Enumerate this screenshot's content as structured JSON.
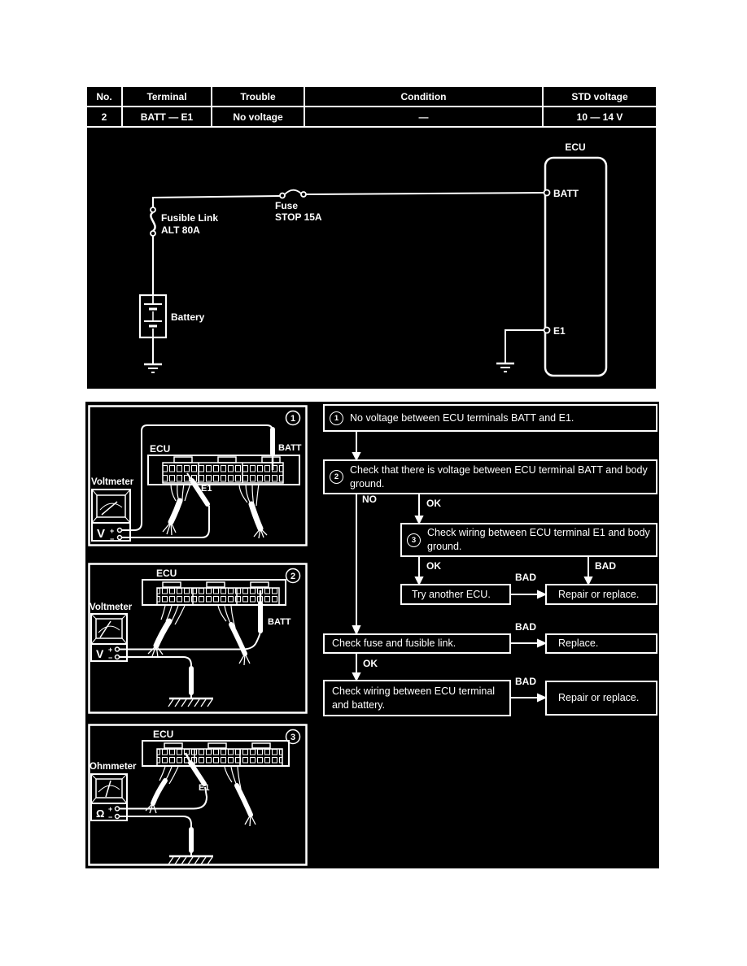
{
  "table": {
    "headers": [
      "No.",
      "Terminal",
      "Trouble",
      "Condition",
      "STD voltage"
    ],
    "row": {
      "no": "2",
      "terminal": "BATT — E1",
      "trouble": "No voltage",
      "condition": "—",
      "std_voltage": "10 — 14 V"
    }
  },
  "schematic": {
    "ecu": "ECU",
    "batt": "BATT",
    "e1": "E1",
    "fuse_name": "Fuse",
    "fuse_rating": "STOP 15A",
    "fusible_link_name": "Fusible Link",
    "fusible_link_rating": "ALT 80A",
    "battery": "Battery"
  },
  "flowchart": {
    "steps": {
      "step1": {
        "num": "1",
        "text": "No voltage between ECU terminals BATT and E1."
      },
      "step2": {
        "num": "2",
        "text": "Check that there is voltage between ECU terminal BATT and body ground."
      },
      "step3": {
        "num": "3",
        "text": "Check wiring between ECU terminal E1 and body ground."
      },
      "try_another_ecu": {
        "text": "Try another ECU."
      },
      "repair_or_replace_1": {
        "text": "Repair or replace."
      },
      "check_fuse": {
        "text": "Check fuse and fusible link."
      },
      "replace": {
        "text": "Replace."
      },
      "check_wiring_battery": {
        "text": "Check wiring between ECU terminal and battery."
      },
      "repair_or_replace_2": {
        "text": "Repair or replace."
      }
    },
    "labels": {
      "no": "NO",
      "ok": "OK",
      "bad": "BAD"
    }
  },
  "panels": [
    {
      "num": "1",
      "meter": "Voltmeter",
      "symbol": "V",
      "ecu": "ECU",
      "probe_e1": "E1",
      "probe_batt": "BATT",
      "plus": "+",
      "minus": "−"
    },
    {
      "num": "2",
      "meter": "Voltmeter",
      "symbol": "V",
      "ecu": "ECU",
      "probe_batt": "BATT",
      "plus": "+",
      "minus": "−"
    },
    {
      "num": "3",
      "meter": "Ohmmeter",
      "symbol": "Ω",
      "ecu": "ECU",
      "probe_e1": "E1",
      "plus": "+",
      "minus": "−"
    }
  ],
  "colors": {
    "background": "#ffffff",
    "panel_bg": "#000000",
    "ink": "#ffffff"
  }
}
